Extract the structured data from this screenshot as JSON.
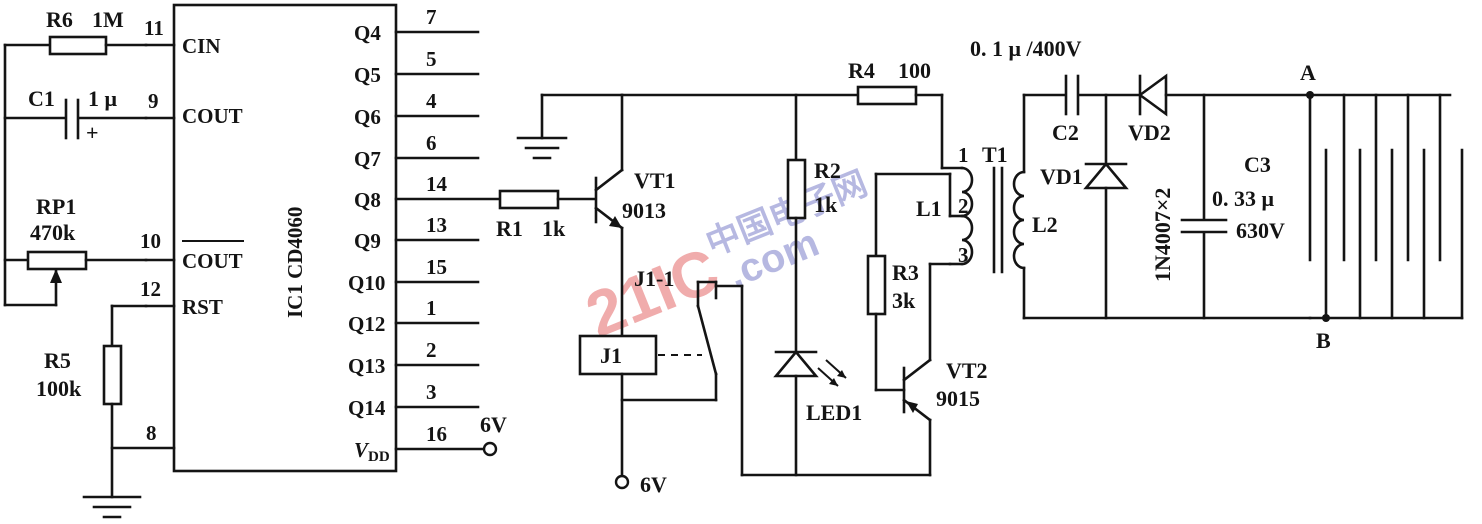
{
  "ic": {
    "name": "IC1  CD4060",
    "left_pins": [
      {
        "num": "11",
        "label": "CIN"
      },
      {
        "num": "9",
        "label": "COUT"
      },
      {
        "num": "10",
        "label": "COUT"
      },
      {
        "num": "12",
        "label": "RST"
      },
      {
        "num": "8",
        "label": ""
      }
    ],
    "right_pins": [
      {
        "label": "Q4",
        "num": "7"
      },
      {
        "label": "Q5",
        "num": "5"
      },
      {
        "label": "Q6",
        "num": "4"
      },
      {
        "label": "Q7",
        "num": "6"
      },
      {
        "label": "Q8",
        "num": "14"
      },
      {
        "label": "Q9",
        "num": "13"
      },
      {
        "label": "Q10",
        "num": "15"
      },
      {
        "label": "Q12",
        "num": "1"
      },
      {
        "label": "Q13",
        "num": "2"
      },
      {
        "label": "Q14",
        "num": "3"
      },
      {
        "label_main": "V",
        "label_sub": "DD",
        "num": "16"
      }
    ],
    "supply": "6V"
  },
  "components": {
    "r6": {
      "name": "R6",
      "value": "1M"
    },
    "c1": {
      "name": "C1",
      "value": "1 μ",
      "polarity": "+"
    },
    "rp1": {
      "name": "RP1",
      "value": "470k"
    },
    "r5": {
      "name": "R5",
      "value": "100k"
    },
    "r1": {
      "name": "R1",
      "value": "1k"
    },
    "vt1": {
      "name": "VT1",
      "value": "9013"
    },
    "j1": {
      "name": "J1",
      "contact": "J1-1"
    },
    "r2": {
      "name": "R2",
      "value": "1k"
    },
    "led1": {
      "name": "LED1"
    },
    "r4": {
      "name": "R4",
      "value": "100"
    },
    "r3": {
      "name": "R3",
      "value": "3k"
    },
    "vt2": {
      "name": "VT2",
      "value": "9015"
    },
    "t1": {
      "name": "T1",
      "l1": "L1",
      "l2": "L2",
      "pins": [
        "1",
        "2",
        "3"
      ]
    },
    "c2": {
      "name": "C2",
      "value": "0. 1 μ /400V"
    },
    "vd1": {
      "name": "VD1"
    },
    "vd2": {
      "name": "VD2"
    },
    "diode_type": "1N4007×2",
    "c3": {
      "name": "C3",
      "value": "0. 33 μ",
      "voltage": "630V"
    },
    "supply_relay": "6V",
    "node_a": "A",
    "node_b": "B"
  },
  "watermark": {
    "line1": "中国电子网",
    "line2": "21IC",
    "line3": ".com",
    "color": "#7b7fc9",
    "accent": "#e46a6a"
  }
}
